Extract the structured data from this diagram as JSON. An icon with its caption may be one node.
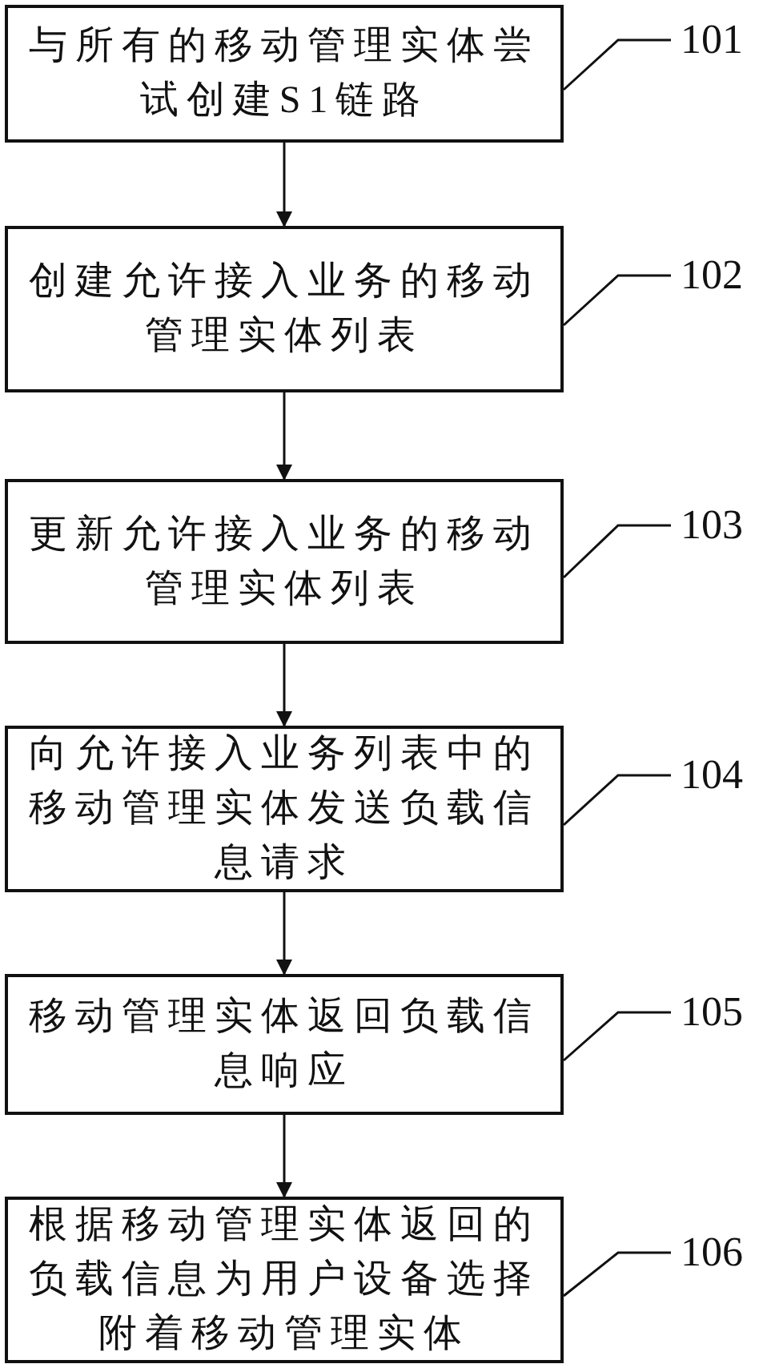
{
  "diagram": {
    "nodes": [
      {
        "text": [
          "与所有的移动管理实体尝试创建S1链路"
        ]
      },
      {
        "text": [
          "101"
        ]
      },
      {
        "text": [
          "创建允许接入业务的移动管理实体列表"
        ]
      },
      {
        "text": [
          "102"
        ]
      },
      {
        "text": [
          "更新允许接入业务的移动管理实体列表"
        ]
      },
      {
        "text": [
          "103"
        ]
      },
      {
        "text": [
          "向允许接入业务列表中的移动管理实体发送负载信息请求"
        ]
      },
      {
        "text": [
          "104"
        ]
      },
      {
        "text": [
          "移动管理实体返回负载信息响应"
        ]
      },
      {
        "text": [
          "105"
        ]
      },
      {
        "text": [
          "根据移动管理实体返回的负载信息为用户设备选择附着移动管理实体"
        ]
      },
      {
        "text": [
          "106"
        ]
      }
    ],
    "edges": [
      {
        "from": 0,
        "to": 2,
        "arrow": "to"
      },
      {
        "from": 2,
        "to": 4,
        "arrow": "to"
      },
      {
        "from": 4,
        "to": 6,
        "arrow": "to"
      },
      {
        "from": 6,
        "to": 8,
        "arrow": "to"
      },
      {
        "from": 8,
        "to": 10,
        "arrow": "to"
      },
      {
        "from": 1,
        "to": 0,
        "arrow": "none"
      },
      {
        "from": 3,
        "to": 2,
        "arrow": "none"
      },
      {
        "from": 5,
        "to": 4,
        "arrow": "none"
      },
      {
        "from": 7,
        "to": 6,
        "arrow": "none"
      },
      {
        "from": 9,
        "to": 8,
        "arrow": "none"
      },
      {
        "from": 11,
        "to": 10,
        "arrow": "none"
      }
    ]
  }
}
